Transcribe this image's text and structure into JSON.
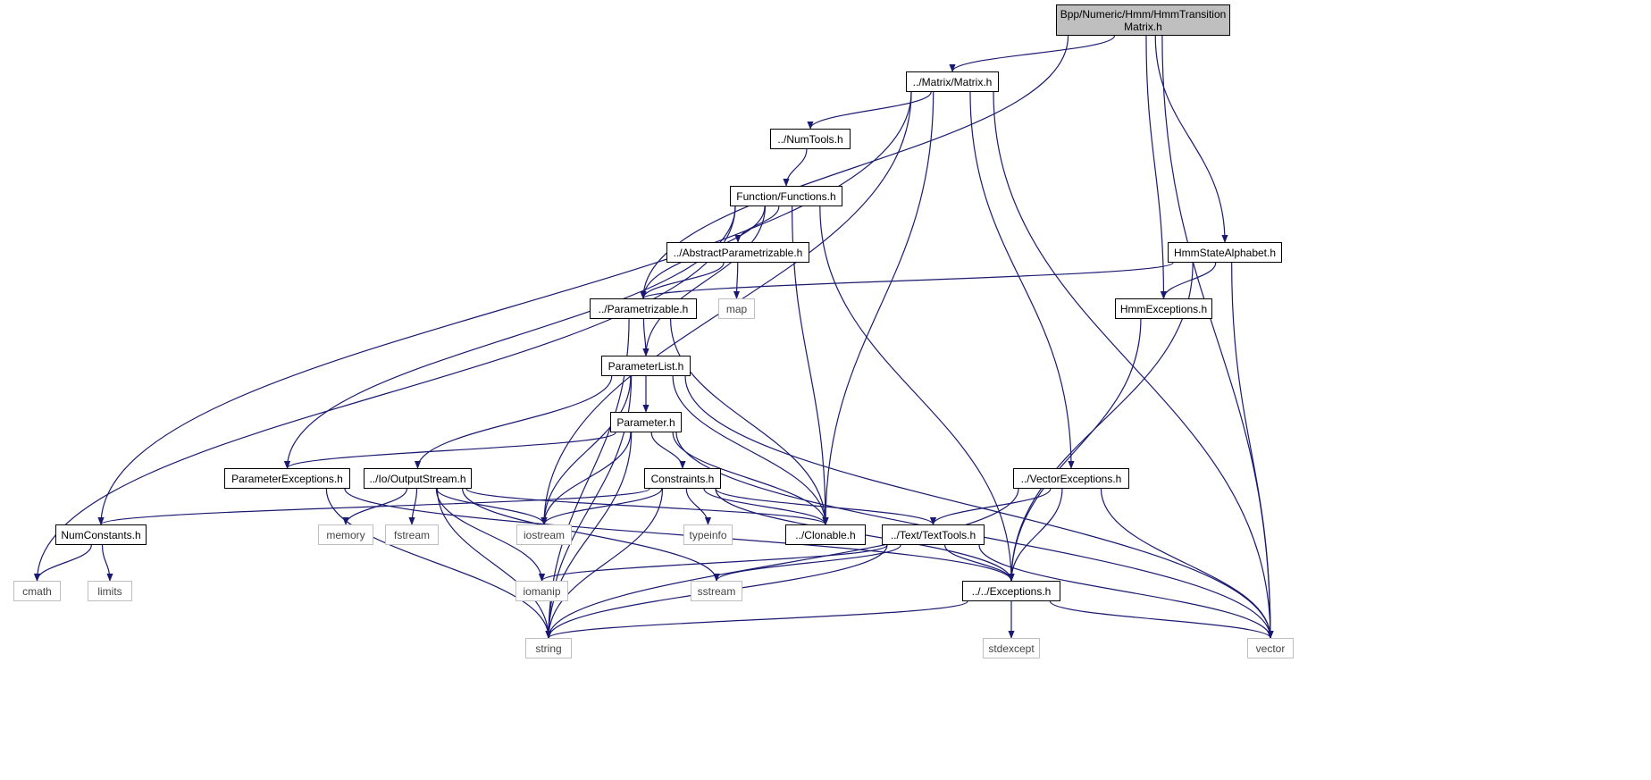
{
  "colors": {
    "edge": "#191970",
    "root_fill": "#bfbfbf",
    "system_border": "#bfbfbf"
  },
  "nodes": {
    "main": {
      "label": "Bpp/Numeric/Hmm/HmmTransition\nMatrix.h",
      "kind": "root"
    },
    "matrix": {
      "label": "../Matrix/Matrix.h",
      "kind": "local"
    },
    "numtools": {
      "label": "../NumTools.h",
      "kind": "local"
    },
    "functions": {
      "label": "Function/Functions.h",
      "kind": "local"
    },
    "abstractparam": {
      "label": "../AbstractParametrizable.h",
      "kind": "local"
    },
    "map": {
      "label": "map",
      "kind": "system"
    },
    "parametrizable": {
      "label": "../Parametrizable.h",
      "kind": "local"
    },
    "hmmstate": {
      "label": "HmmStateAlphabet.h",
      "kind": "local"
    },
    "hmmexc": {
      "label": "HmmExceptions.h",
      "kind": "local"
    },
    "paramlist": {
      "label": "ParameterList.h",
      "kind": "local"
    },
    "parameter": {
      "label": "Parameter.h",
      "kind": "local"
    },
    "paramexc": {
      "label": "ParameterExceptions.h",
      "kind": "local"
    },
    "outputstream": {
      "label": "../Io/OutputStream.h",
      "kind": "local"
    },
    "constraints": {
      "label": "Constraints.h",
      "kind": "local"
    },
    "vectorexc": {
      "label": "../VectorExceptions.h",
      "kind": "local"
    },
    "numconst": {
      "label": "NumConstants.h",
      "kind": "local"
    },
    "memory": {
      "label": "memory",
      "kind": "system"
    },
    "fstream": {
      "label": "fstream",
      "kind": "system"
    },
    "iostream": {
      "label": "iostream",
      "kind": "system"
    },
    "typeinfo": {
      "label": "typeinfo",
      "kind": "system"
    },
    "clonable": {
      "label": "../Clonable.h",
      "kind": "local"
    },
    "texttools": {
      "label": "../Text/TextTools.h",
      "kind": "local"
    },
    "cmath": {
      "label": "cmath",
      "kind": "system"
    },
    "limits": {
      "label": "limits",
      "kind": "system"
    },
    "iomanip": {
      "label": "iomanip",
      "kind": "system"
    },
    "sstream": {
      "label": "sstream",
      "kind": "system"
    },
    "exceptions": {
      "label": "../../Exceptions.h",
      "kind": "local"
    },
    "string": {
      "label": "string",
      "kind": "system"
    },
    "stdexcept": {
      "label": "stdexcept",
      "kind": "system"
    },
    "vector": {
      "label": "vector",
      "kind": "system"
    }
  },
  "edges": [
    [
      "main",
      "matrix"
    ],
    [
      "main",
      "parametrizable"
    ],
    [
      "main",
      "hmmexc"
    ],
    [
      "main",
      "hmmstate"
    ],
    [
      "main",
      "vector"
    ],
    [
      "matrix",
      "numtools"
    ],
    [
      "matrix",
      "numconst"
    ],
    [
      "matrix",
      "iostream"
    ],
    [
      "matrix",
      "clonable"
    ],
    [
      "matrix",
      "vectorexc"
    ],
    [
      "matrix",
      "vector"
    ],
    [
      "numtools",
      "functions"
    ],
    [
      "functions",
      "abstractparam"
    ],
    [
      "functions",
      "parametrizable"
    ],
    [
      "functions",
      "paramlist"
    ],
    [
      "functions",
      "paramexc"
    ],
    [
      "functions",
      "cmath"
    ],
    [
      "functions",
      "clonable"
    ],
    [
      "functions",
      "exceptions"
    ],
    [
      "abstractparam",
      "parametrizable"
    ],
    [
      "abstractparam",
      "map"
    ],
    [
      "parametrizable",
      "paramlist"
    ],
    [
      "parametrizable",
      "string"
    ],
    [
      "parametrizable",
      "clonable"
    ],
    [
      "hmmstate",
      "parametrizable"
    ],
    [
      "hmmstate",
      "hmmexc"
    ],
    [
      "hmmstate",
      "exceptions"
    ],
    [
      "hmmstate",
      "vector"
    ],
    [
      "hmmexc",
      "exceptions"
    ],
    [
      "paramlist",
      "parameter"
    ],
    [
      "paramlist",
      "outputstream"
    ],
    [
      "paramlist",
      "iostream"
    ],
    [
      "paramlist",
      "clonable"
    ],
    [
      "paramlist",
      "string"
    ],
    [
      "paramlist",
      "vector"
    ],
    [
      "parameter",
      "paramexc"
    ],
    [
      "parameter",
      "constraints"
    ],
    [
      "parameter",
      "iostream"
    ],
    [
      "parameter",
      "clonable"
    ],
    [
      "parameter",
      "string"
    ],
    [
      "parameter",
      "vector"
    ],
    [
      "paramexc",
      "string"
    ],
    [
      "paramexc",
      "exceptions"
    ],
    [
      "outputstream",
      "memory"
    ],
    [
      "outputstream",
      "fstream"
    ],
    [
      "outputstream",
      "iostream"
    ],
    [
      "outputstream",
      "clonable"
    ],
    [
      "outputstream",
      "string"
    ],
    [
      "outputstream",
      "sstream"
    ],
    [
      "outputstream",
      "iomanip"
    ],
    [
      "constraints",
      "numconst"
    ],
    [
      "constraints",
      "iostream"
    ],
    [
      "constraints",
      "typeinfo"
    ],
    [
      "constraints",
      "clonable"
    ],
    [
      "constraints",
      "texttools"
    ],
    [
      "constraints",
      "string"
    ],
    [
      "constraints",
      "exceptions"
    ],
    [
      "vectorexc",
      "texttools"
    ],
    [
      "vectorexc",
      "exceptions"
    ],
    [
      "vectorexc",
      "string"
    ],
    [
      "vectorexc",
      "vector"
    ],
    [
      "numconst",
      "cmath"
    ],
    [
      "numconst",
      "limits"
    ],
    [
      "texttools",
      "iomanip"
    ],
    [
      "texttools",
      "sstream"
    ],
    [
      "texttools",
      "exceptions"
    ],
    [
      "texttools",
      "string"
    ],
    [
      "texttools",
      "vector"
    ],
    [
      "exceptions",
      "stdexcept"
    ],
    [
      "exceptions",
      "string"
    ],
    [
      "exceptions",
      "vector"
    ]
  ]
}
